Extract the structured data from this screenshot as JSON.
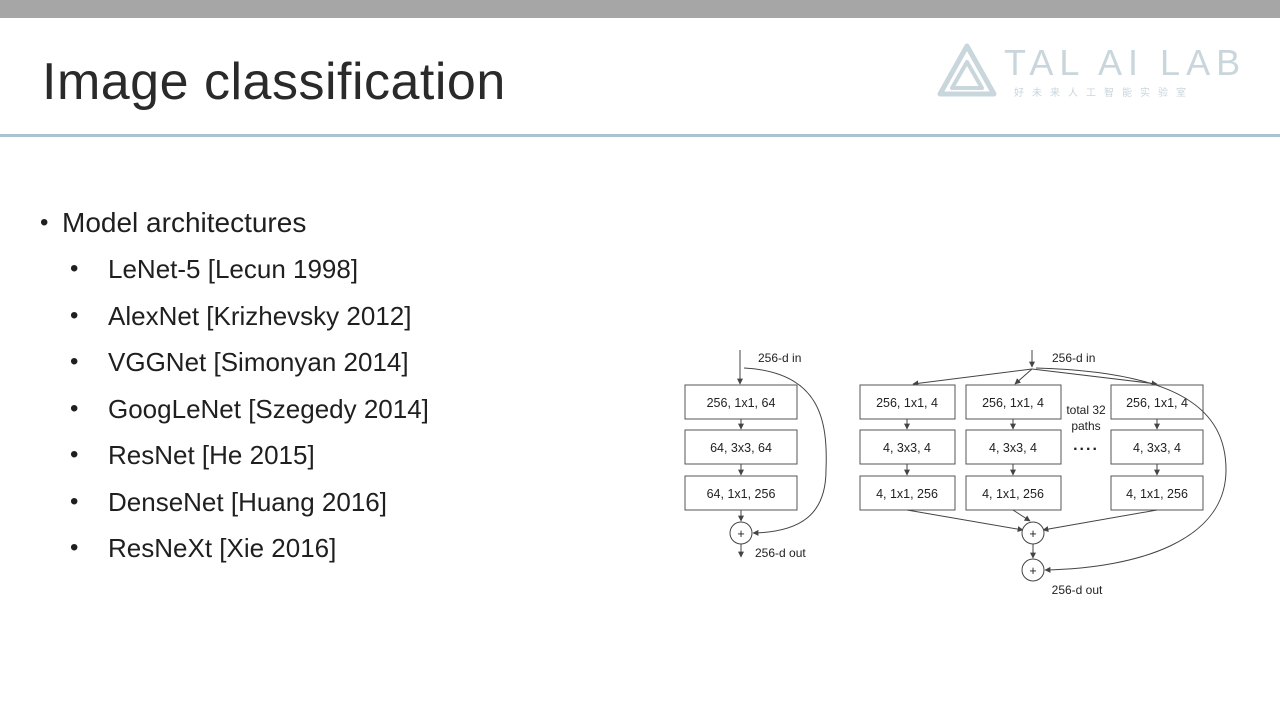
{
  "slide": {
    "title": "Image classification",
    "logo_text": "TAL AI LAB",
    "logo_subtitle": "好未来人工智能实验室"
  },
  "bullets": {
    "heading": "Model architectures",
    "items": [
      "LeNet-5 [Lecun 1998]",
      "AlexNet [Krizhevsky 2012]",
      "VGGNet [Simonyan 2014]",
      "GoogLeNet [Szegedy 2014]",
      "ResNet [He 2015]",
      "DenseNet [Huang 2016]",
      "ResNeXt [Xie 2016]"
    ]
  },
  "diagram": {
    "resnet_block": {
      "input_label": "256-d in",
      "layers": [
        "256, 1x1, 64",
        "64, 3x3, 64",
        "64, 1x1, 256"
      ],
      "sum_symbol": "+",
      "output_label": "256-d out"
    },
    "resnext_block": {
      "input_label": "256-d in",
      "path_layers": [
        "256, 1x1, 4",
        "4, 3x3, 4",
        "4, 1x1, 256"
      ],
      "paths_note_line1": "total 32",
      "paths_note_line2": "paths",
      "ellipsis": "....",
      "sum_symbol": "+",
      "output_label": "256-d out"
    }
  },
  "colors": {
    "top_bar": "#a6a6a6",
    "title_rule": "#a9c4ce",
    "logo": "#c9d6dc"
  }
}
